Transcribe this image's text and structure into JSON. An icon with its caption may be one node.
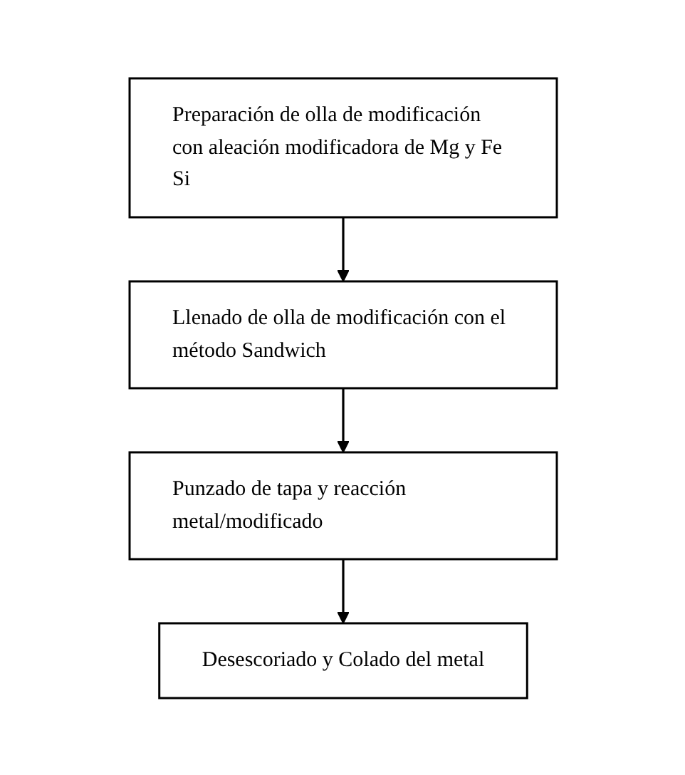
{
  "diagram": {
    "nodes": [
      {
        "text": [
          "Preparación de olla de modificación con aleación modificadora de Mg y Fe Si"
        ]
      },
      {
        "text": [
          "Llenado de olla de modificación con el método Sandwich"
        ]
      },
      {
        "text": [
          "Punzado de tapa y reacción metal/modificado"
        ]
      },
      {
        "text": [
          "Desescoriado y Colado del metal"
        ]
      }
    ],
    "edges": [
      {
        "from": 0,
        "to": 1,
        "arrow": "to"
      },
      {
        "from": 1,
        "to": 2,
        "arrow": "to"
      },
      {
        "from": 2,
        "to": 3,
        "arrow": "to"
      }
    ]
  }
}
